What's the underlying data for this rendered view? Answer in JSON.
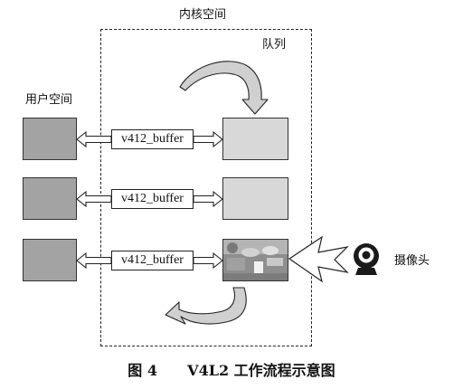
{
  "labels": {
    "kernel_space": "内核空间",
    "user_space": "用户空间",
    "queue": "队列",
    "camera": "摄像头"
  },
  "buffers": [
    {
      "label": "v412_buffer"
    },
    {
      "label": "v412_buffer"
    },
    {
      "label": "v412_buffer"
    }
  ],
  "caption": {
    "figure_number": "图 4",
    "title": "V4L2 工作流程示意图"
  },
  "colors": {
    "user_block": "#a3a3a3",
    "queue_block": "#d8d8d8",
    "arrow_fill": "#d0d0d0"
  },
  "icons": [
    "webcam-icon"
  ]
}
